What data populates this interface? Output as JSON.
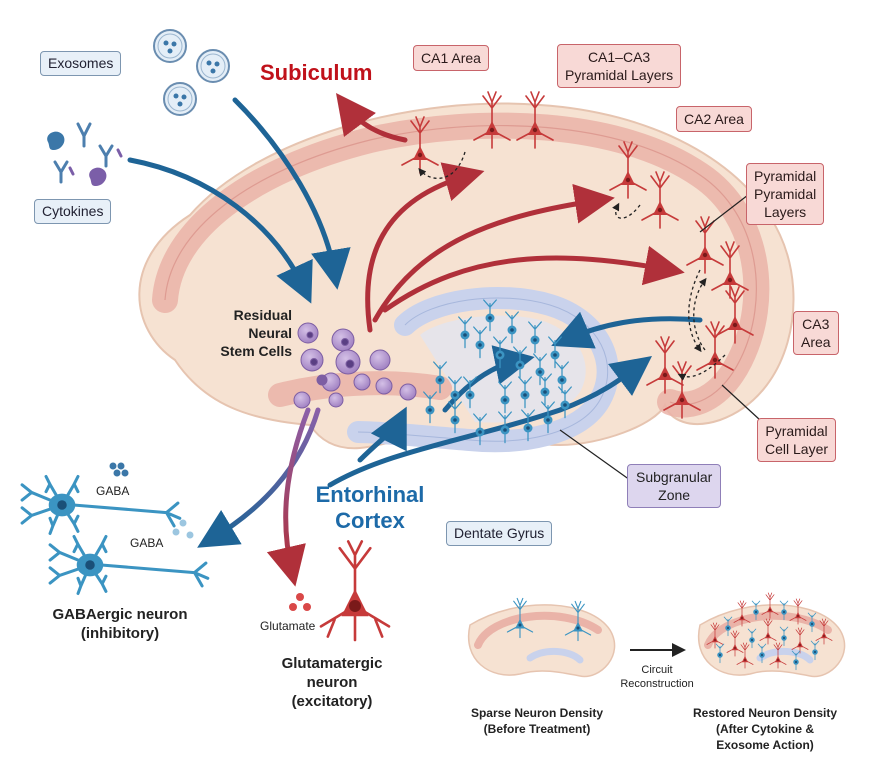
{
  "labels": {
    "exosomes": "Exosomes",
    "cytokines": "Cytokines",
    "subiculum": "Subiculum",
    "ca1_area": "CA1 Area",
    "ca1_ca3_line1": "CA1–CA3",
    "ca1_ca3_line2": "Pyramidal Layers",
    "ca2_area": "CA2 Area",
    "pyr_pyr_line1": "Pyramidal",
    "pyr_pyr_line2": "Pyramidal",
    "pyr_pyr_line3": "Layers",
    "ca3_line1": "CA3",
    "ca3_line2": "Area",
    "pyr_cell_line1": "Pyramidal",
    "pyr_cell_line2": "Cell Layer",
    "subgranular_line1": "Subgranular",
    "subgranular_line2": "Zone",
    "dentate_gyrus": "Dentate Gyrus",
    "stem_line1": "Residual",
    "stem_line2": "Neural",
    "stem_line3": "Stem Cells",
    "entorhinal_line1": "Entorhinal",
    "entorhinal_line2": "Cortex",
    "gaba_1": "GABA",
    "gaba_2": "GABA",
    "gaba_neuron_line1": "GABAergic neuron",
    "gaba_neuron_line2": "(inhibitory)",
    "glutamate": "Glutamate",
    "glu_neuron_line1": "Glutamatergic",
    "glu_neuron_line2": "neuron",
    "glu_neuron_line3": "(excitatory)"
  },
  "inset": {
    "arrow_line1": "Circuit",
    "arrow_line2": "Reconstruction",
    "left_line1": "Sparse Neuron Density",
    "left_line2": "(Before Treatment)",
    "right_line1": "Restored Neuron Density",
    "right_line2": "(After Cytokine &",
    "right_line3": "Exosome Action)"
  },
  "colors": {
    "tissue": "#f6e2d2",
    "tissue_edge": "#e6c4b0",
    "pyramidal_band": "#eab3a8",
    "dentate_band": "#c9d2ec",
    "red_arrow": "#b0303a",
    "blue_arrow": "#1e6496",
    "stem_cell": "#b69ad0",
    "gaba_neuron": "#3b94c2",
    "glu_neuron": "#c63a3a",
    "subiculum_text": "#c0111a",
    "entorhinal_text": "#1d6aa8"
  }
}
